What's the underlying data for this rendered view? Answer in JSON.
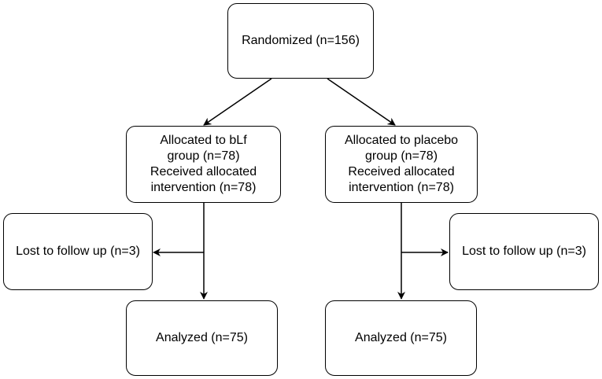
{
  "flowchart": {
    "randomized": {
      "label": "Randomized (n=156)"
    },
    "blf_arm": {
      "allocated_lines": [
        "Allocated to bLf",
        "group (n=78)",
        "Received allocated",
        "intervention (n=78)"
      ],
      "lost": "Lost to follow up (n=3)",
      "analyzed": "Analyzed (n=75)"
    },
    "placebo_arm": {
      "allocated_lines": [
        "Allocated to placebo",
        "group (n=78)",
        "Received allocated",
        "intervention (n=78)"
      ],
      "lost": "Lost to follow up (n=3)",
      "analyzed": "Analyzed (n=75)"
    }
  },
  "colors": {
    "line": "#000000",
    "box_border": "#000000",
    "background": "#ffffff"
  }
}
